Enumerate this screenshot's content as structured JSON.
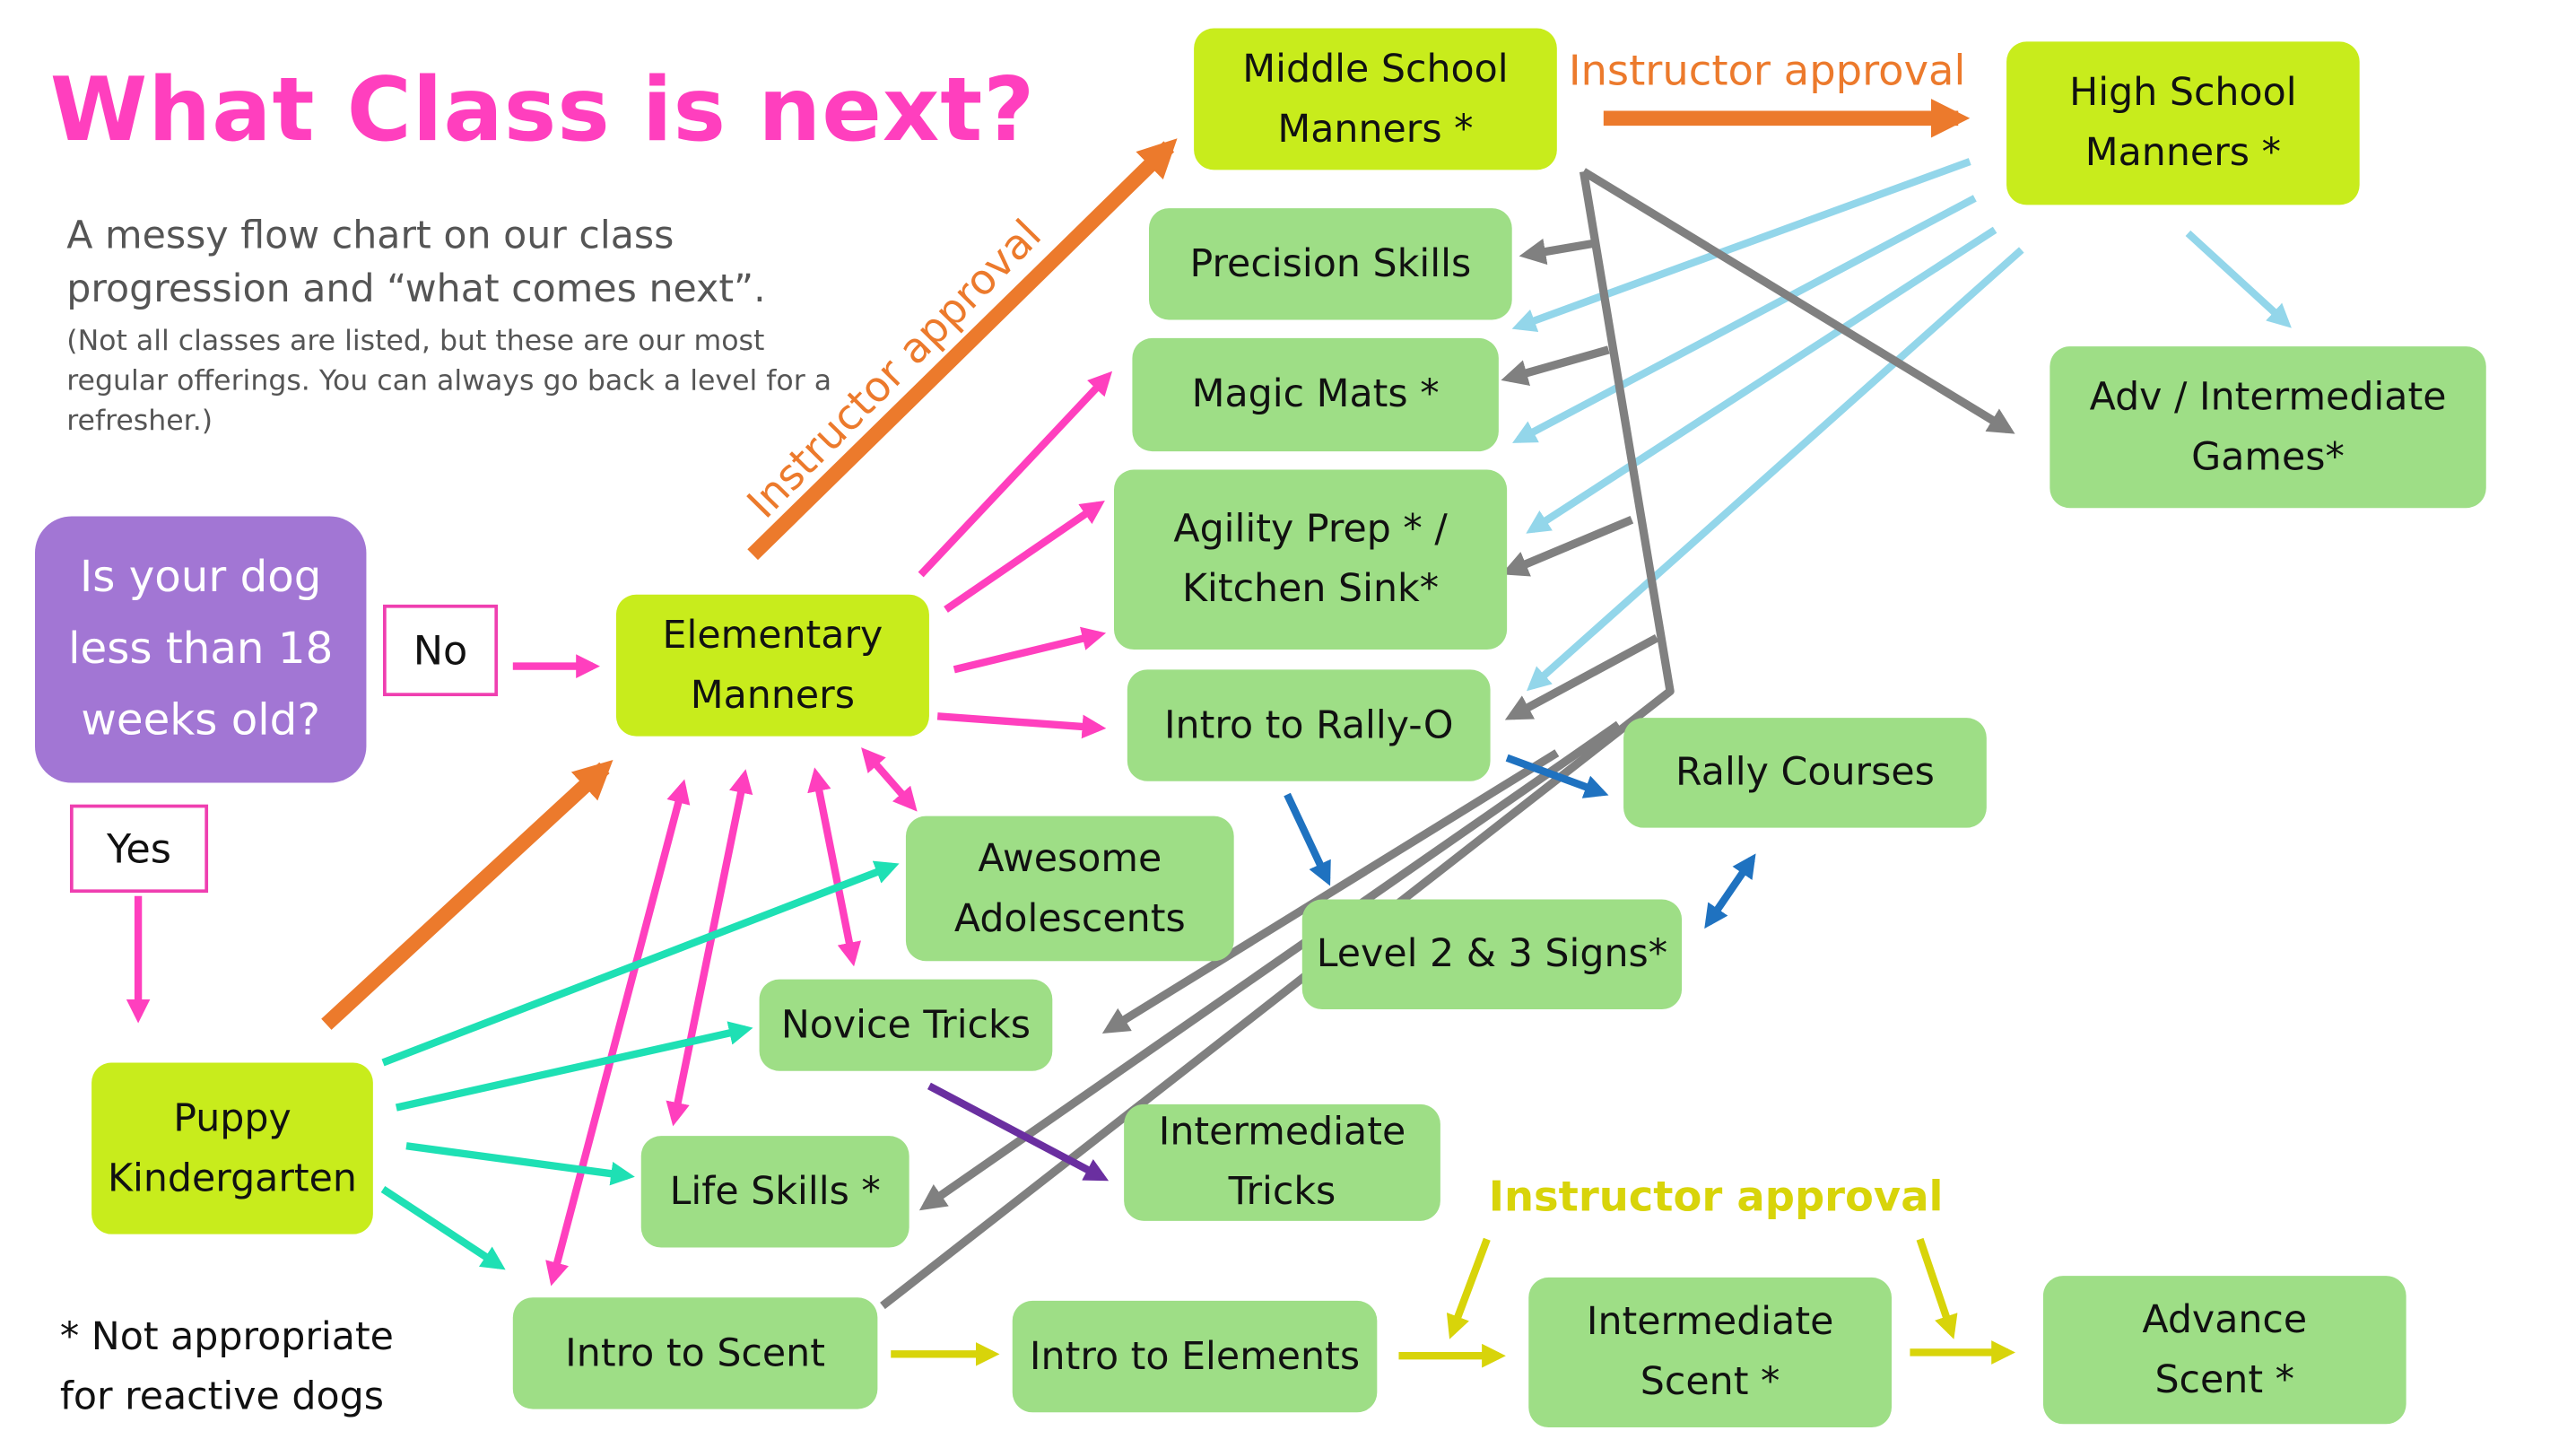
{
  "title": "What Class is next?",
  "subtitle": "A messy flow chart on our class progression and “what comes next”.",
  "note": "(Not all classes are listed, but these are our most regular offerings. You can always go back a level for a refresher.)",
  "footnote": "* Not appropriate\nfor reactive dogs",
  "question": "Is your dog\nless than 18\nweeks old?",
  "answers": {
    "no": "No",
    "yes": "Yes"
  },
  "approval_labels": {
    "diagonal": "Instructor approval",
    "top": "Instructor approval",
    "scent": "Instructor approval"
  },
  "classes": {
    "middle_school": "Middle School\nManners *",
    "high_school": "High School\nManners *",
    "precision": "Precision Skills",
    "magic_mats": "Magic Mats *",
    "agility": "Agility Prep * /\nKitchen  Sink*",
    "rally_intro": "Intro to Rally-O",
    "adv_games": "Adv / Intermediate\nGames*",
    "elementary": "Elementary\nManners",
    "rally_courses": "Rally Courses",
    "awesome": "Awesome\nAdolescents",
    "level23": "Level 2 & 3  Signs*",
    "novice_tricks": "Novice Tricks",
    "int_tricks": "Intermediate\nTricks",
    "puppy": "Puppy\nKindergarten",
    "life_skills": "Life Skills *",
    "intro_scent": "Intro to Scent",
    "intro_elements": "Intro to Elements",
    "int_scent": "Intermediate\nScent *",
    "adv_scent": "Advance\nScent *"
  },
  "colors": {
    "pink_title": "#ff3fbe",
    "lime": "#c8ec1c",
    "green": "#9ede86",
    "purple": "#a276d4",
    "pink_arrow": "#ff3fbe",
    "orange": "#ec7a2c",
    "light_blue": "#93d6ea",
    "gray": "#808080",
    "teal": "#1ee0b4",
    "blue": "#1f72c0",
    "violet": "#6a2fa0",
    "yellow": "#d8d40a"
  }
}
